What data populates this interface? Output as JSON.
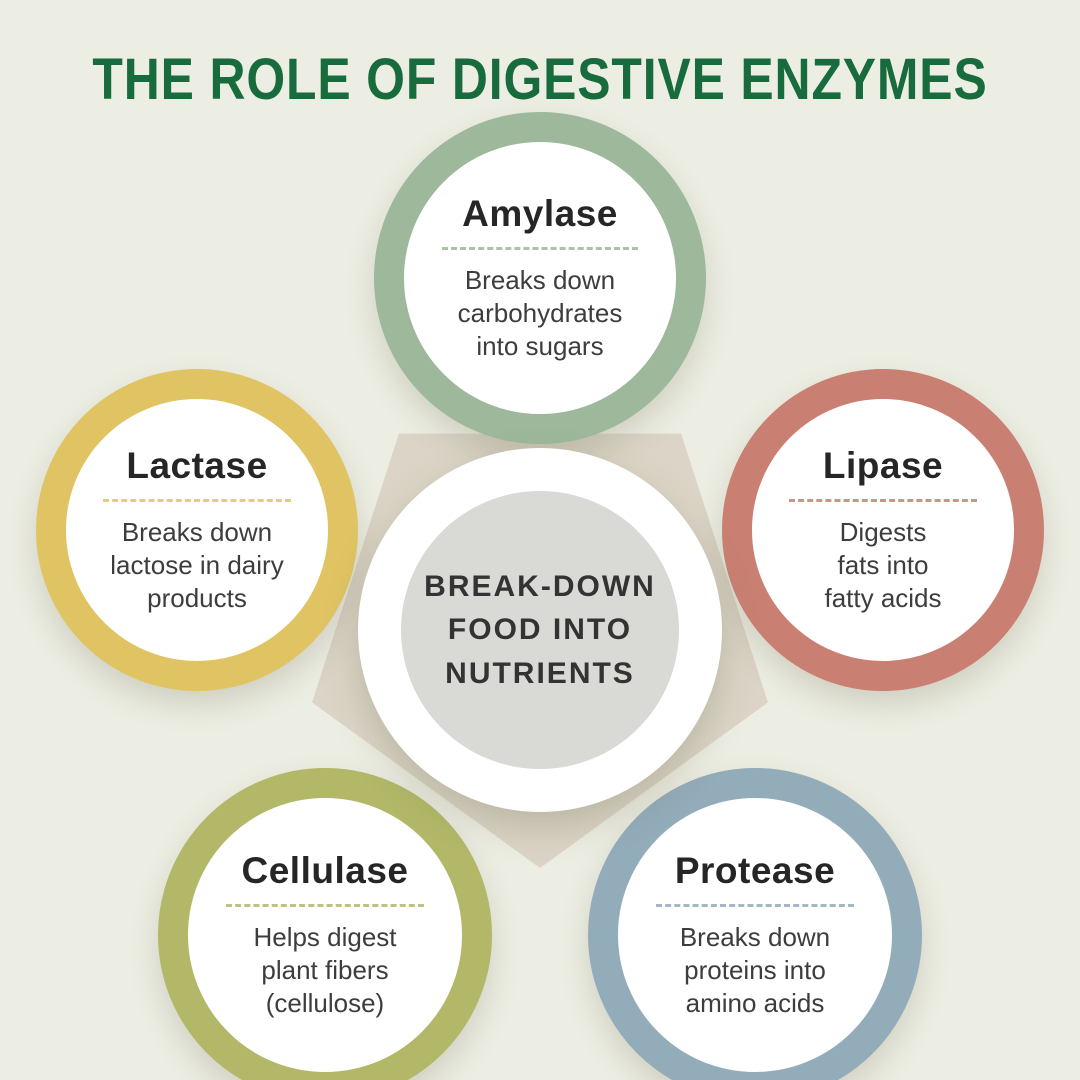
{
  "title": "THE ROLE OF DIGESTIVE ENZYMES",
  "center": {
    "label": "BREAK-DOWN\nFOOD INTO\nNUTRIENTS"
  },
  "enzymes": [
    {
      "name": "Amylase",
      "description": "Breaks down\ncarbohydrates\ninto sugars",
      "color": "#9db89b"
    },
    {
      "name": "Lactase",
      "description": "Breaks down\nlactose in dairy\nproducts",
      "color": "#e0c464"
    },
    {
      "name": "Lipase",
      "description": "Digests\nfats into\nfatty acids",
      "color": "#c98072"
    },
    {
      "name": "Cellulase",
      "description": "Helps digest\nplant fibers\n(cellulose)",
      "color": "#b2b868"
    },
    {
      "name": "Protease",
      "description": "Breaks down\nproteins into\namino acids",
      "color": "#93acba"
    }
  ],
  "colors": {
    "background": "#edeee3",
    "title": "#186b3c",
    "pentagon": "#dcd5c7",
    "center_fill": "#d9d9d6"
  }
}
